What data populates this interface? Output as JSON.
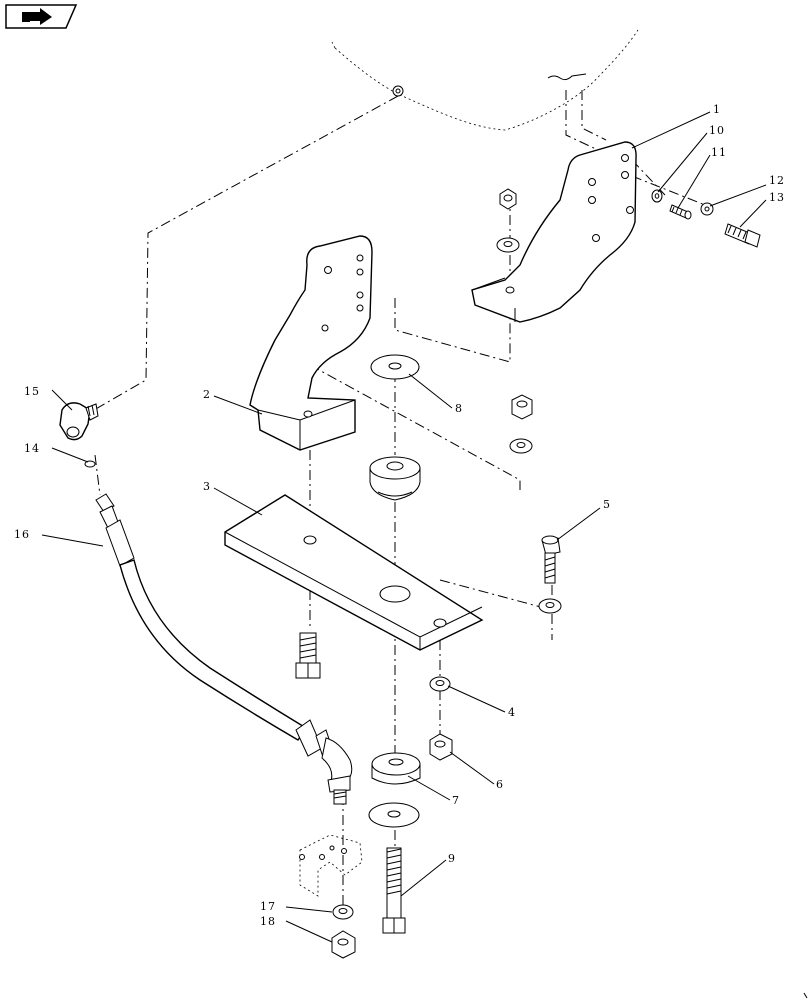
{
  "nav": {
    "icon": "forward-arrow-icon"
  },
  "callouts": {
    "c1": "1",
    "c2": "2",
    "c3": "3",
    "c4": "4",
    "c5": "5",
    "c6": "6",
    "c7": "7",
    "c8": "8",
    "c9": "9",
    "c10": "10",
    "c11": "11",
    "c12": "12",
    "c13": "13",
    "c14": "14",
    "c15": "15",
    "c16": "16",
    "c17": "17",
    "c18": "18"
  }
}
